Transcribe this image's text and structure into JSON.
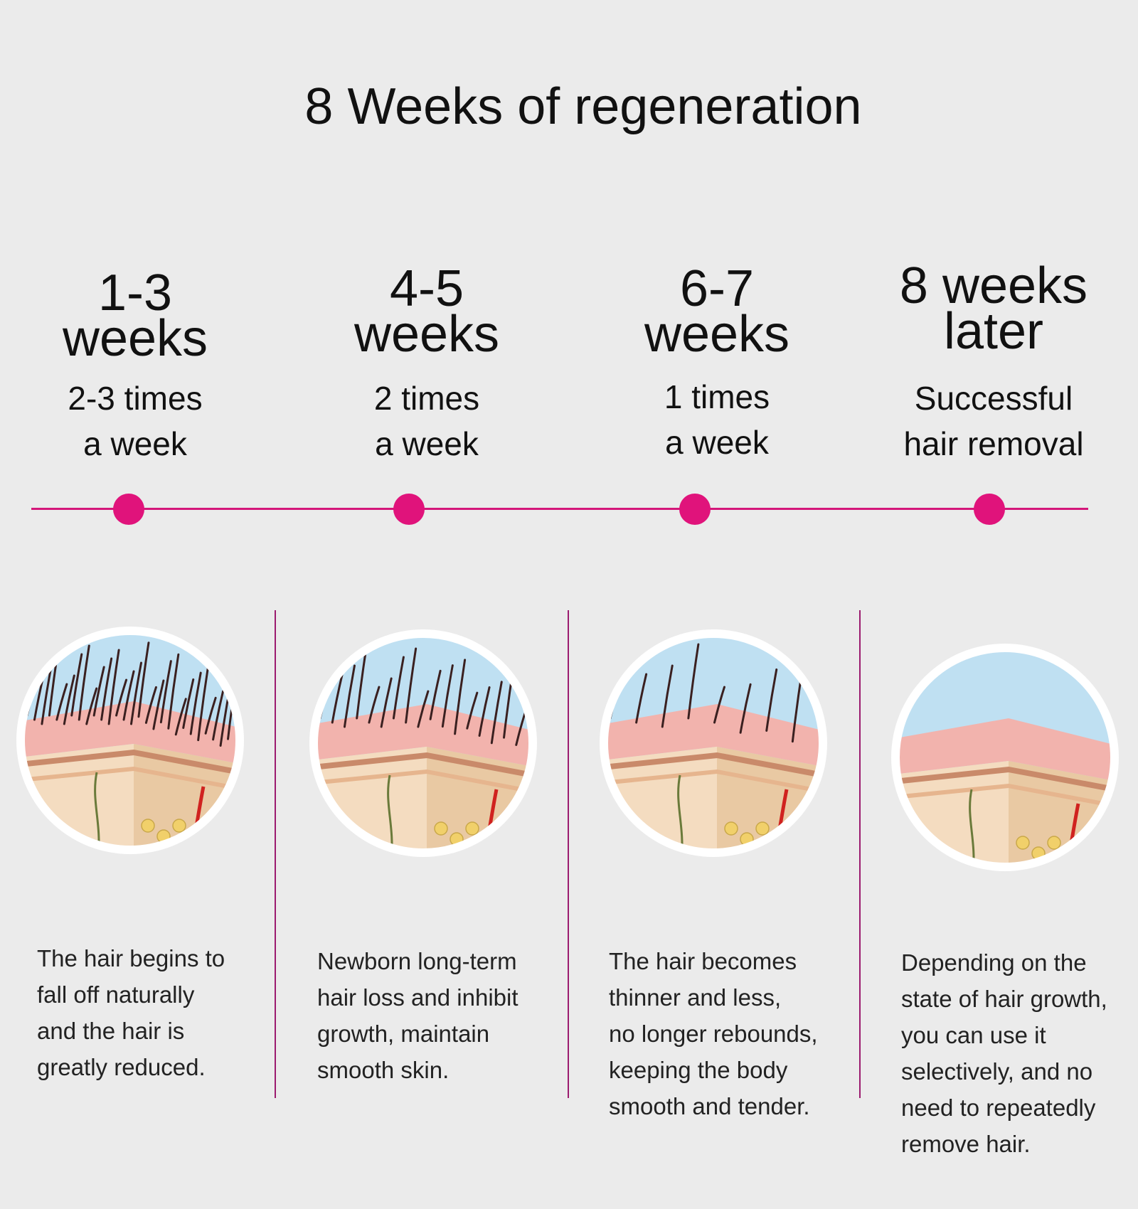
{
  "title": "8 Weeks of regeneration",
  "stages": [
    {
      "range": "1-3",
      "unit": "weeks",
      "freq_line1": "2-3 times",
      "freq_line2": "a week",
      "description": "The hair begins to\nfall off naturally\nand the hair is\ngreatly reduced.",
      "hair_level": 1.0
    },
    {
      "range": "4-5",
      "unit": "weeks",
      "freq_line1": "2 times",
      "freq_line2": "a week",
      "description": "Newborn long-term\nhair loss and inhibit\ngrowth, maintain\nsmooth skin.",
      "hair_level": 0.6
    },
    {
      "range": "6-7",
      "unit": "weeks",
      "freq_line1": "1 times",
      "freq_line2": "a week",
      "description": "The hair becomes\nthinner and less,\nno longer rebounds,\nkeeping the body\nsmooth and tender.",
      "hair_level": 0.3
    },
    {
      "range": "8 weeks",
      "unit": "later",
      "freq_line1": "Successful",
      "freq_line2": "hair removal",
      "description": "Depending on the\nstate of hair growth,\nyou can use it\nselectively, and no\nneed to repeatedly\nremove hair.",
      "hair_level": 0.0
    }
  ],
  "colors": {
    "accent": "#e0137b",
    "line": "#d4177a",
    "divider": "#9b1b6f",
    "sky": "#bfe0f2",
    "skin_top": "#f2b3ad",
    "skin_layer": "#f4dcc0",
    "hair": "#3a2020"
  }
}
